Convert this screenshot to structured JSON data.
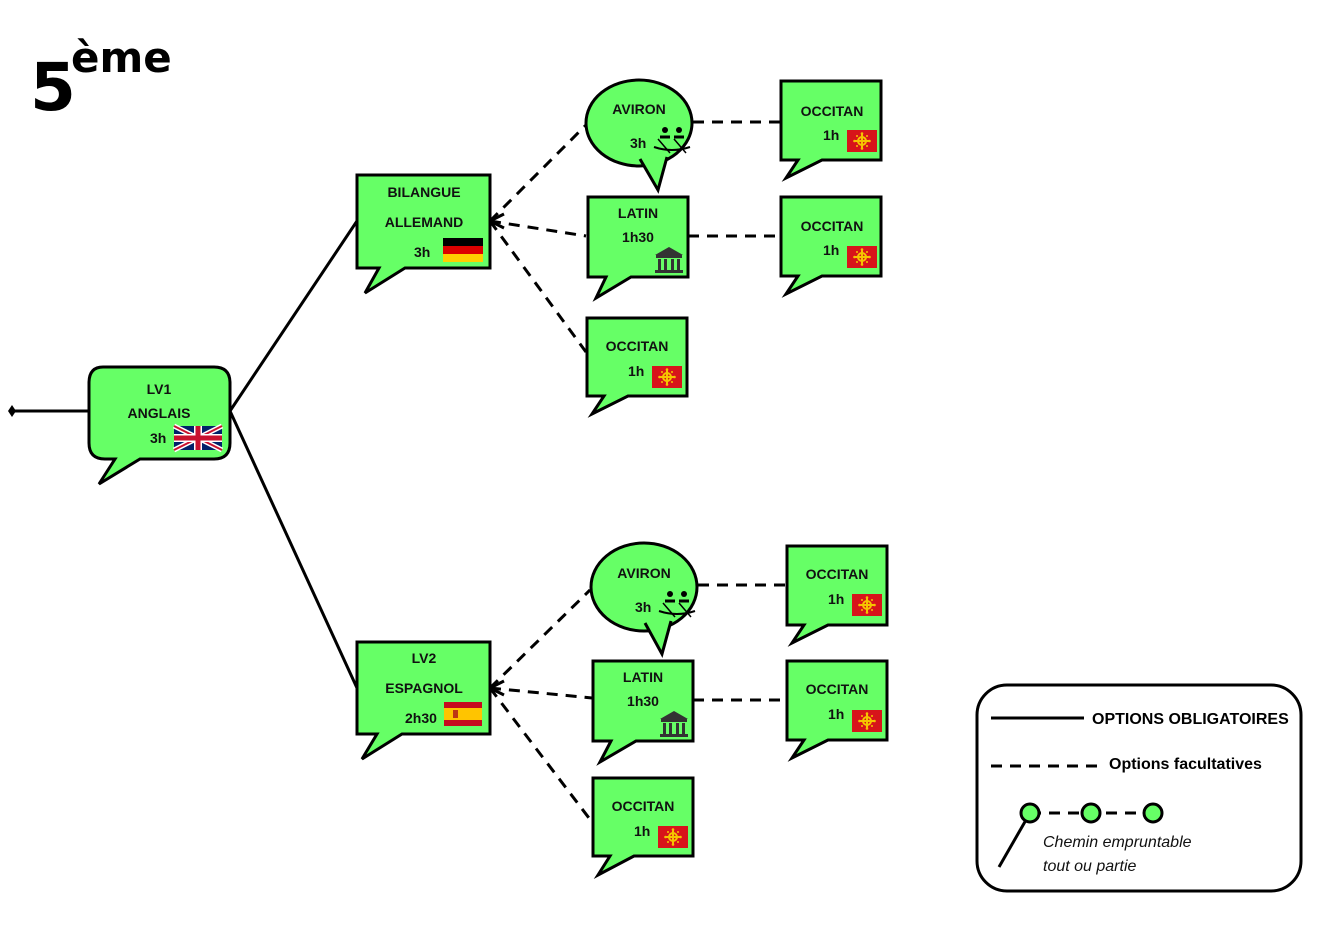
{
  "page": {
    "title_number": "5",
    "title_superscript": "ème"
  },
  "colors": {
    "node_fill": "#66ff66",
    "stroke": "#000000",
    "flag_occitan_red": "#d7141a",
    "flag_occitan_gold": "#f5c400"
  },
  "nodes": {
    "lv1": {
      "line1": "LV1",
      "line2": "ANGLAIS",
      "hours": "3h",
      "icon": "uk-flag-icon"
    },
    "bilangue": {
      "line1": "BILANGUE",
      "line2": "ALLEMAND",
      "hours": "3h",
      "icon": "germany-flag-icon"
    },
    "lv2": {
      "line1": "LV2",
      "line2": "ESPAGNOL",
      "hours": "2h30",
      "icon": "spain-flag-icon"
    },
    "aviron_top": {
      "name": "AVIRON",
      "hours": "3h",
      "icon": "rowing-icon"
    },
    "latin_top": {
      "name": "LATIN",
      "hours": "1h30",
      "icon": "temple-icon"
    },
    "occitan_mid_top": {
      "name": "OCCITAN",
      "hours": "1h",
      "icon": "occitan-flag-icon"
    },
    "occitan_r1": {
      "name": "OCCITAN",
      "hours": "1h",
      "icon": "occitan-flag-icon"
    },
    "occitan_r2": {
      "name": "OCCITAN",
      "hours": "1h",
      "icon": "occitan-flag-icon"
    },
    "aviron_bot": {
      "name": "AVIRON",
      "hours": "3h",
      "icon": "rowing-icon"
    },
    "latin_bot": {
      "name": "LATIN",
      "hours": "1h30",
      "icon": "temple-icon"
    },
    "occitan_mid_bot": {
      "name": "OCCITAN",
      "hours": "1h",
      "icon": "occitan-flag-icon"
    },
    "occitan_r3": {
      "name": "OCCITAN",
      "hours": "1h",
      "icon": "occitan-flag-icon"
    },
    "occitan_r4": {
      "name": "OCCITAN",
      "hours": "1h",
      "icon": "occitan-flag-icon"
    }
  },
  "legend": {
    "solid_label": "OPTIONS OBLIGATOIRES",
    "dashed_label": "Options facultatives",
    "path_line1": "Chemin empruntable",
    "path_line2": "tout ou partie"
  }
}
